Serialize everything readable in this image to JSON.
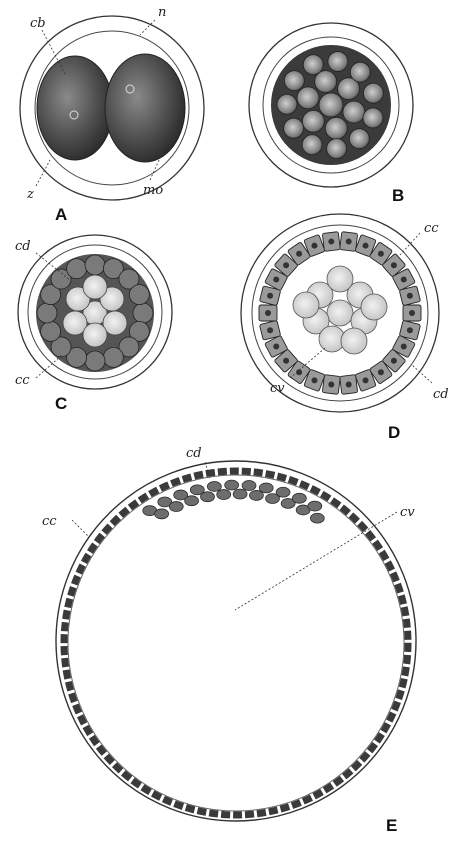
{
  "panels": {
    "A": {
      "panel_label": "A",
      "labels": {
        "cb": "cb",
        "n": "n",
        "z": "z",
        "mo": "mo"
      }
    },
    "B": {
      "panel_label": "B"
    },
    "C": {
      "panel_label": "C",
      "labels": {
        "cd": "cd",
        "cc": "cc"
      }
    },
    "D": {
      "panel_label": "D",
      "labels": {
        "cc": "cc",
        "cv": "cv",
        "cd": "cd"
      }
    },
    "E": {
      "panel_label": "E",
      "labels": {
        "cd": "cd",
        "cc": "cc",
        "cv": "cv"
      }
    }
  },
  "colors": {
    "ink": "#222222",
    "cell_dark": "#3a3a3a",
    "cell_mid": "#8c8c8c",
    "cell_light": "#d8d8d8",
    "paper": "#ffffff"
  }
}
